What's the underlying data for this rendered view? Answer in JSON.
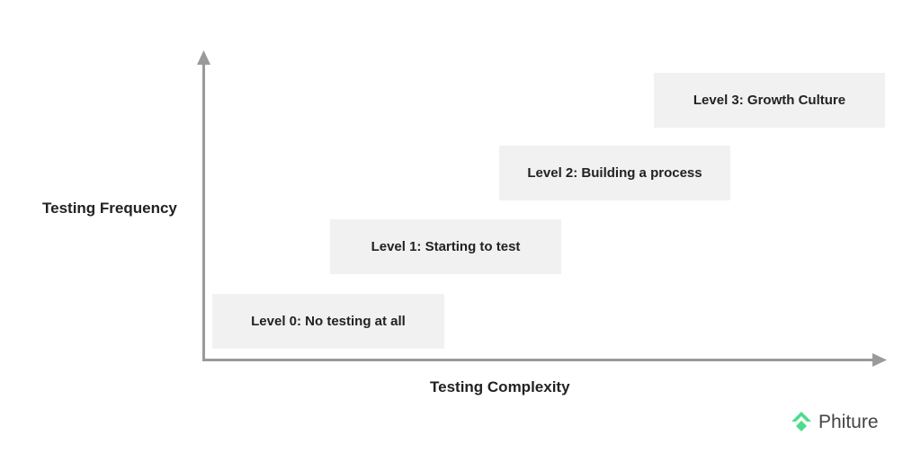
{
  "diagram": {
    "y_axis_label": "Testing Frequency",
    "x_axis_label": "Testing Complexity",
    "levels": [
      {
        "label": "Level 0: No testing at all"
      },
      {
        "label": "Level 1: Starting to test"
      },
      {
        "label": "Level 2: Building a process"
      },
      {
        "label": "Level 3: Growth Culture"
      }
    ],
    "colors": {
      "box_fill": "#f1f1f1",
      "axis": "#9a9a9a",
      "brand_green": "#4cdc8a"
    }
  },
  "brand": {
    "name": "Phiture",
    "icon": "phiture-logo-icon"
  }
}
